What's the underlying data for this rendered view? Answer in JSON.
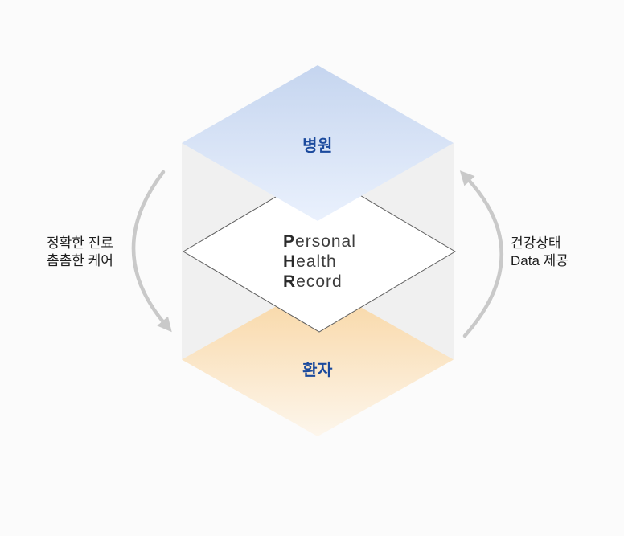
{
  "diagram": {
    "title": "Personal Health Record cycle diagram",
    "hospital": {
      "label": "병원"
    },
    "patient": {
      "label": "환자"
    },
    "phr": {
      "line1_initial": "P",
      "line1_rest": "ersonal",
      "line2_initial": "H",
      "line2_rest": "ealth",
      "line3_initial": "R",
      "line3_rest": "ecord"
    },
    "left_flow": {
      "line1": "정확한 진료",
      "line2": "촘촘한 케어",
      "direction": "hospital-to-patient (down)"
    },
    "right_flow": {
      "line1": "건강상태",
      "line2": "Data 제공",
      "direction": "patient-to-hospital (up)"
    }
  },
  "colors": {
    "page-bg": "#fbfbfb",
    "gray-face": "#f0f0f0",
    "blue-top": "#c5d5ef",
    "blue-bottom": "#eaf1fd",
    "orange-top": "#f8d5a1",
    "orange-bottom": "#fdf6ec",
    "arrow": "#c9c9c9",
    "diamond-border": "#5f5f5f",
    "hospital-text": "#1b4a9d",
    "patient-text": "#1b4a9d",
    "phr-text": "#3d3d3d",
    "phr-initial": "#2b2b2b",
    "side-text": "#1e1e1e"
  }
}
